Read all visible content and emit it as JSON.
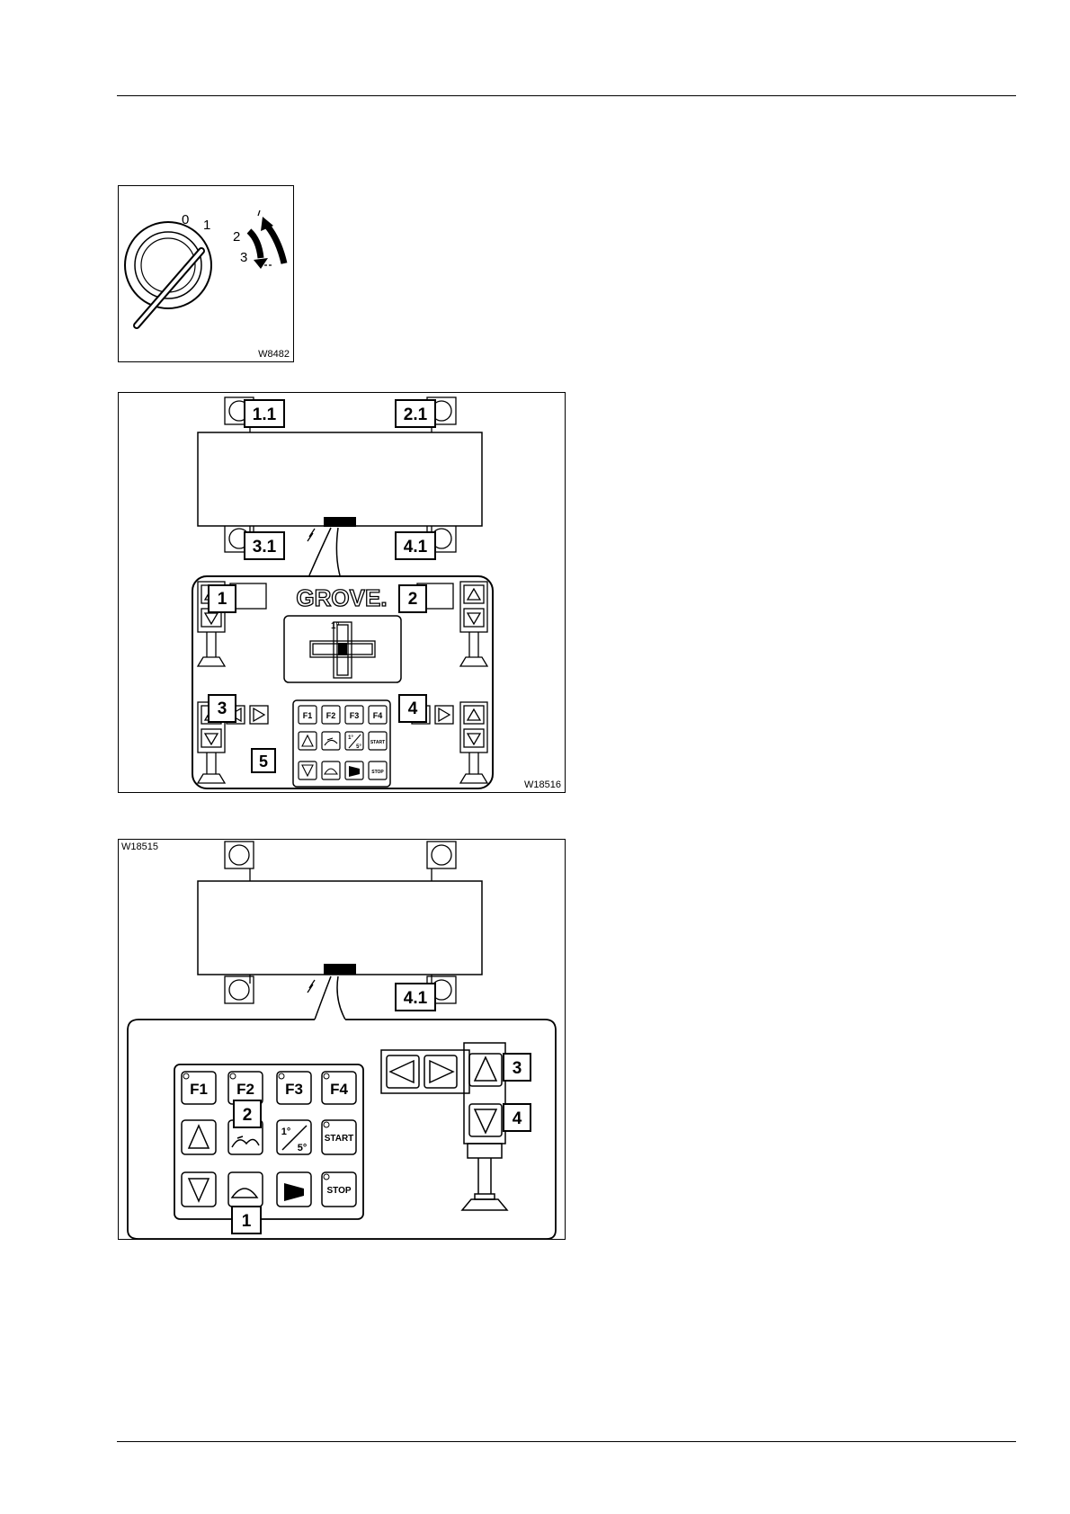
{
  "figures": [
    {
      "id": "W8482",
      "switch_positions": [
        "0",
        "1",
        "2",
        "3"
      ]
    },
    {
      "id": "W18516",
      "brand": "GROVE.",
      "level_mark": "1°",
      "callouts": [
        "1.1",
        "2.1",
        "3.1",
        "4.1",
        "1",
        "2",
        "3",
        "4",
        "5"
      ],
      "keys": {
        "f1": "F1",
        "f2": "F2",
        "f3": "F3",
        "f4": "F4",
        "angle_top": "1°",
        "angle_bottom": "5°",
        "start": "START",
        "stop": "STOP"
      }
    },
    {
      "id": "W18515",
      "callouts": [
        "4.1",
        "2",
        "1",
        "3",
        "4"
      ],
      "keys": {
        "f1": "F1",
        "f2": "F2",
        "f3": "F3",
        "f4": "F4",
        "angle_top": "1°",
        "angle_bottom": "5°",
        "start": "START",
        "stop": "STOP"
      }
    }
  ]
}
